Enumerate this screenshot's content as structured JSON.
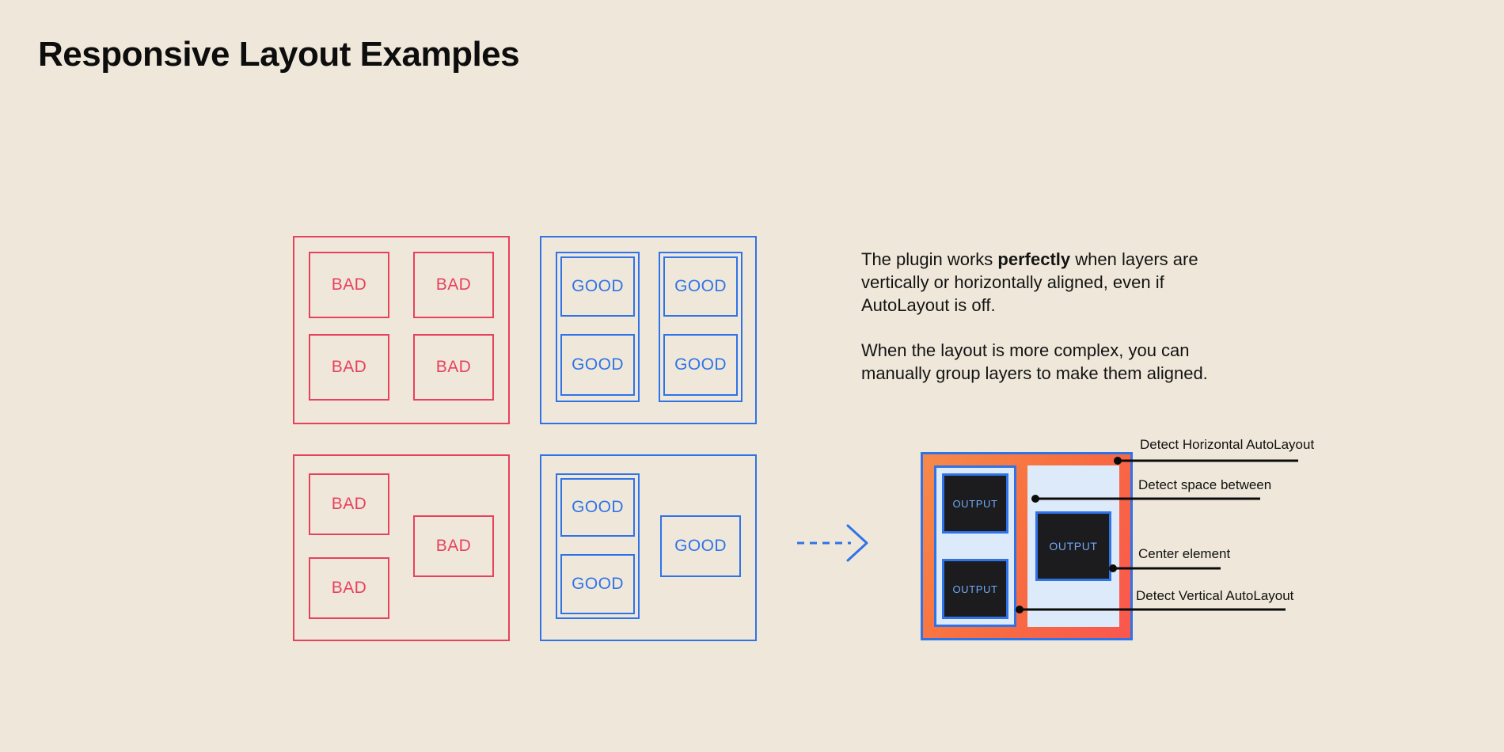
{
  "page": {
    "title": "Responsive Layout Examples",
    "background_color": "#EFE8DA",
    "bad_color": "#E8415E",
    "good_color": "#2F73E8"
  },
  "examples": {
    "bad_label": "BAD",
    "good_label": "GOOD",
    "panels": [
      {
        "name": "bad-grid",
        "kind": "bad",
        "boxes": [
          "BAD",
          "BAD",
          "BAD",
          "BAD"
        ]
      },
      {
        "name": "good-grid",
        "kind": "good",
        "boxes": [
          "GOOD",
          "GOOD",
          "GOOD",
          "GOOD"
        ]
      },
      {
        "name": "bad-complex",
        "kind": "bad",
        "boxes": [
          "BAD",
          "BAD",
          "BAD"
        ]
      },
      {
        "name": "good-complex",
        "kind": "good",
        "boxes": [
          "GOOD",
          "GOOD",
          "GOOD"
        ]
      }
    ]
  },
  "arrow": {
    "icon": "dashed-arrow-right-icon",
    "color": "#2F73E8",
    "style": "dashed"
  },
  "description": {
    "paragraph1_prefix": "The plugin works ",
    "paragraph1_bold": "perfectly",
    "paragraph1_suffix": " when layers are vertically or horizontally aligned, even if AutoLayout is off.",
    "paragraph2": "When the layout is more complex, you can manually group layers to make them aligned."
  },
  "output_mock": {
    "output_label": "OUTPUT",
    "border_color": "#2F73E8",
    "fill_start": "#F58A4B",
    "fill_end": "#F9574E",
    "panel_fill": "#DCEAFA",
    "box_fill": "#1C1C1E",
    "box_text_color": "#6FA8F5",
    "left_boxes": [
      "OUTPUT",
      "OUTPUT"
    ],
    "right_boxes": [
      "OUTPUT"
    ]
  },
  "callouts": [
    {
      "name": "detect-horizontal-autolayout",
      "label": "Detect Horizontal AutoLayout"
    },
    {
      "name": "detect-space-between",
      "label": "Detect space between"
    },
    {
      "name": "center-element",
      "label": "Center element"
    },
    {
      "name": "detect-vertical-autolayout",
      "label": "Detect Vertical AutoLayout"
    }
  ]
}
